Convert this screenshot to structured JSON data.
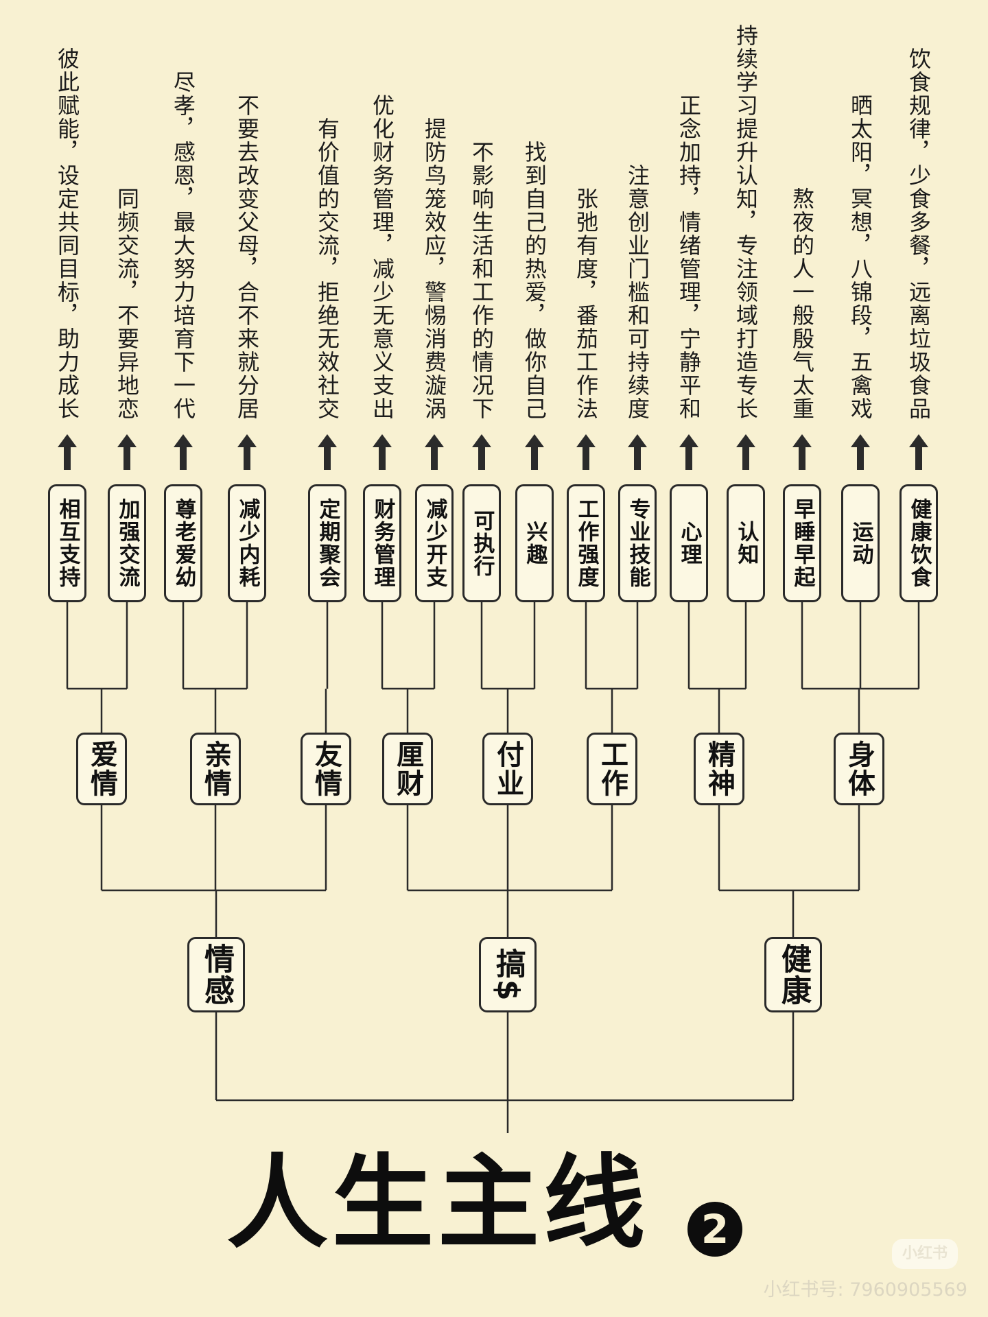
{
  "colors": {
    "background": "#f8f1d2",
    "line": "#2a2a2a",
    "box_fill": "#fcf8e3",
    "text": "#111111"
  },
  "title": {
    "text": "人生主线",
    "badge": "2"
  },
  "watermark": {
    "logo": "小红书",
    "id_text": "小红书号: 7960905569"
  },
  "tree": [
    {
      "label": "情感",
      "children": [
        {
          "label": "爱情",
          "children": [
            {
              "label": "相互支持",
              "note": "彼此赋能，设定共同目标，助力成长"
            },
            {
              "label": "加强交流",
              "note": "同频交流，不要异地恋"
            }
          ]
        },
        {
          "label": "亲情",
          "children": [
            {
              "label": "尊老爱幼",
              "note": "尽孝，感恩，最大努力培育下一代"
            },
            {
              "label": "减少内耗",
              "note": "不要去改变父母，合不来就分居"
            }
          ]
        },
        {
          "label": "友情",
          "children": [
            {
              "label": "定期聚会",
              "note": "有价值的交流，拒绝无效社交"
            }
          ]
        }
      ]
    },
    {
      "label": "搞$",
      "children": [
        {
          "label": "厘财",
          "children": [
            {
              "label": "财务管理",
              "note": "优化财务管理，减少无意义支出"
            },
            {
              "label": "减少开支",
              "note": "提防鸟笼效应，警惕消费漩涡"
            }
          ]
        },
        {
          "label": "付业",
          "children": [
            {
              "label": "可执行",
              "note": "不影响生活和工作的情况下"
            },
            {
              "label": "兴趣",
              "note": "找到自己的热爱，做你自己"
            }
          ]
        },
        {
          "label": "工作",
          "children": [
            {
              "label": "工作强度",
              "note": "张弛有度，番茄工作法"
            },
            {
              "label": "专业技能",
              "note": "注意创业门槛和可持续度"
            }
          ]
        }
      ]
    },
    {
      "label": "健康",
      "children": [
        {
          "label": "精神",
          "children": [
            {
              "label": "心理",
              "note": "正念加持，情绪管理，宁静平和"
            },
            {
              "label": "认知",
              "note": "持续学习提升认知，专注领域打造专长"
            }
          ]
        },
        {
          "label": "身体",
          "children": [
            {
              "label": "早睡早起",
              "note": "熬夜的人一般殷气太重"
            },
            {
              "label": "运动",
              "note": "晒太阳，冥想，八锦段，五禽戏"
            },
            {
              "label": "健康饮食",
              "note": "饮食规律，少食多餐，远离垃圾食品"
            }
          ]
        }
      ]
    }
  ]
}
